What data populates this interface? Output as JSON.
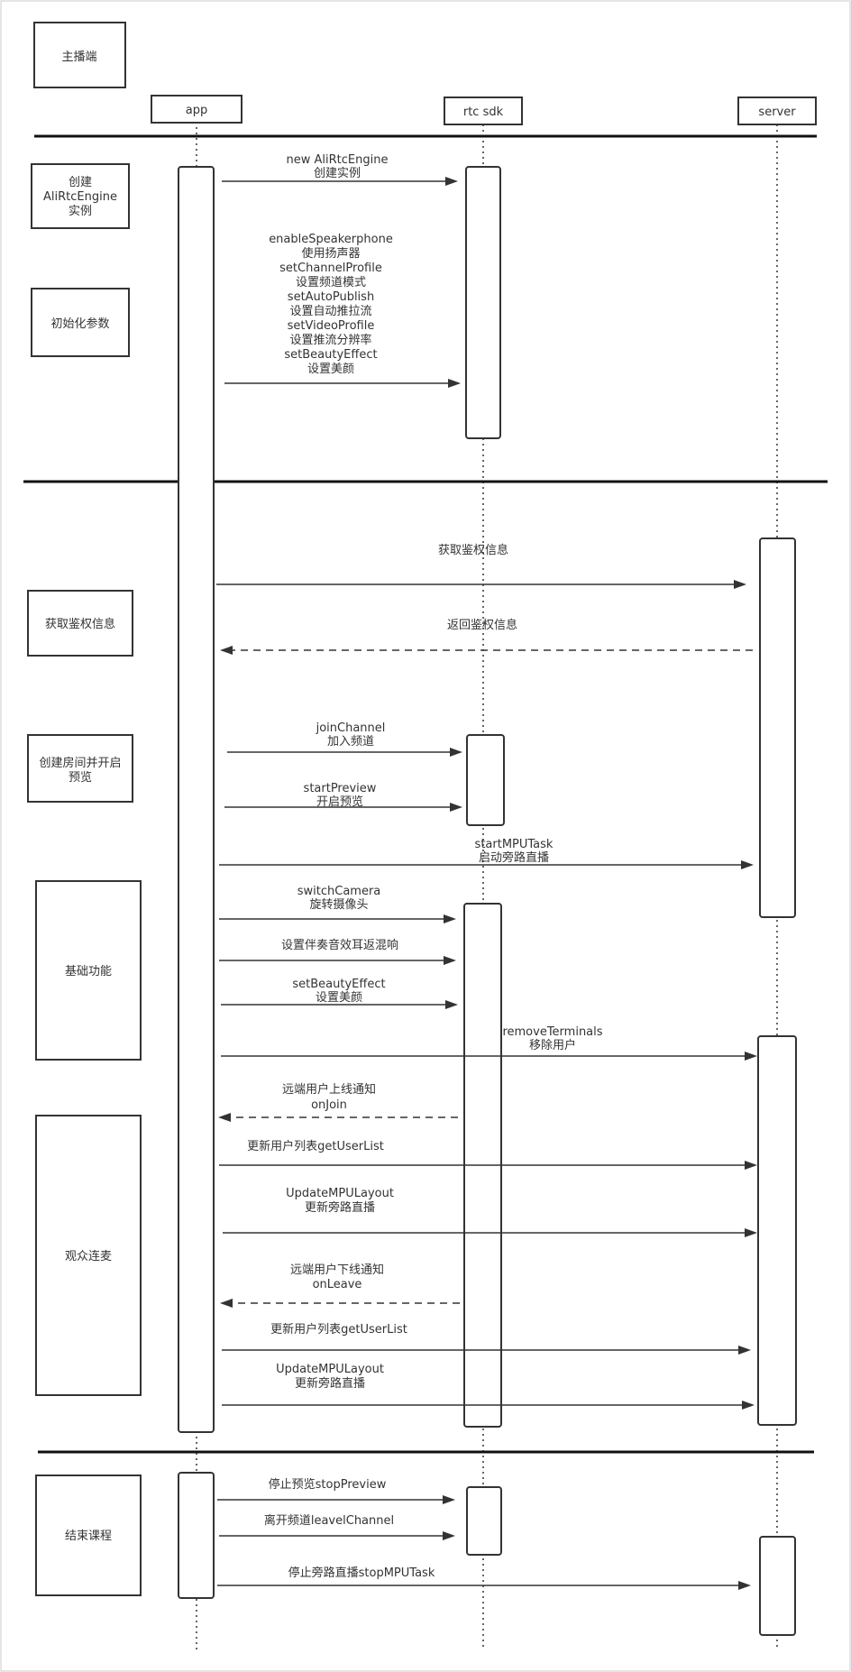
{
  "title": "主播端",
  "participants": {
    "app": "app",
    "sdk": "rtc sdk",
    "server": "server"
  },
  "sections": {
    "create_engine": [
      "创建",
      "AliRtcEngine",
      "实例"
    ],
    "init_params": [
      "初始化参数"
    ],
    "auth": [
      "获取鉴权信息"
    ],
    "create_room": [
      "创建房间并开启",
      "预览"
    ],
    "basic": [
      "基础功能"
    ],
    "audience": [
      "观众连麦"
    ],
    "end": [
      "结束课程"
    ]
  },
  "messages": {
    "m1": [
      "new AliRtcEngine",
      "创建实例"
    ],
    "m2": [
      "enableSpeakerphone",
      "使用扬声器",
      "setChannelProfile",
      "设置频道模式",
      "setAutoPublish",
      "设置自动推拉流",
      "setVideoProfile",
      "设置推流分辨率",
      "setBeautyEffect",
      "设置美颜"
    ],
    "m3": [
      "获取鉴权信息"
    ],
    "m4": [
      "返回鉴权信息"
    ],
    "m5": [
      "joinChannel",
      "加入频道"
    ],
    "m6": [
      "startPreview",
      "开启预览"
    ],
    "m7": [
      "startMPUTask",
      "启动旁路直播"
    ],
    "m8": [
      "switchCamera",
      "旋转摄像头"
    ],
    "m9": [
      "设置伴奏音效耳返混响"
    ],
    "m10": [
      "setBeautyEffect",
      "设置美颜"
    ],
    "m11": [
      "removeTerminals",
      "移除用户"
    ],
    "m12": [
      "远端用户上线通知",
      "onJoin"
    ],
    "m13": [
      "更新用户列表getUserList"
    ],
    "m14": [
      "UpdateMPULayout",
      "更新旁路直播"
    ],
    "m15": [
      "远端用户下线通知",
      "onLeave"
    ],
    "m16": [
      "更新用户列表getUserList"
    ],
    "m17": [
      "UpdateMPULayout",
      "更新旁路直播"
    ],
    "m18": [
      "停止预览stopPreview"
    ],
    "m19": [
      "离开频道leavelChannel"
    ],
    "m20": [
      "停止旁路直播stopMPUTask"
    ]
  }
}
